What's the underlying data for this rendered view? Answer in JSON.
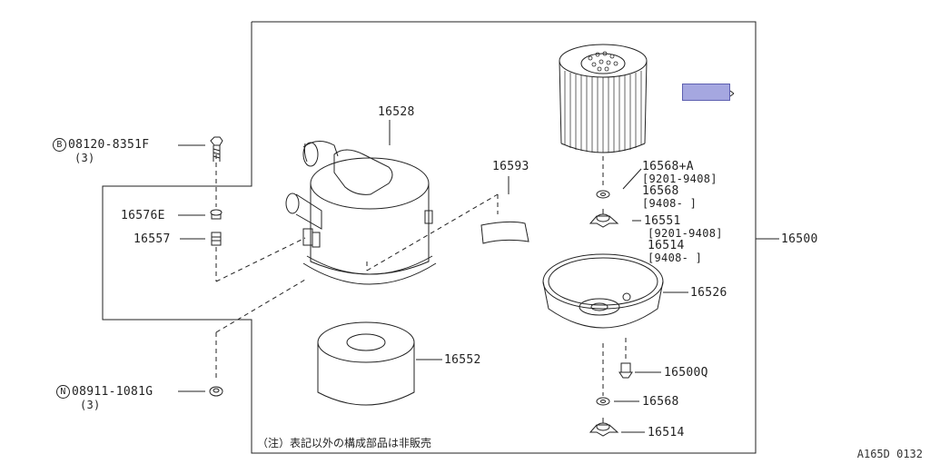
{
  "parts": {
    "p16528": "16528",
    "p16593": "16593",
    "p16568A": "16568+A",
    "p16568A_range": "[9201-9408]",
    "p16568": "16568",
    "p16568_range": "[9408-  ]",
    "p16551": "16551",
    "p16551_range": "[9201-9408]",
    "p16514a": "16514",
    "p16514a_range": "[9408-  ]",
    "p16500": "16500",
    "p16526": "16526",
    "p16552": "16552",
    "p16500Q": "16500Q",
    "p16568b": "16568",
    "p16514b": "16514",
    "p16576E": "16576E",
    "p16557": "16557",
    "boltB_prefix": "B",
    "boltB": "08120-8351F",
    "boltB_qty": "(3)",
    "nutN_prefix": "N",
    "nutN": "08911-1081G",
    "nutN_qty": "(3)"
  },
  "note": "（注）表記以外の構成部品は非販売",
  "reference": "A165D 0132",
  "highlight_color": "#a5a7e0"
}
